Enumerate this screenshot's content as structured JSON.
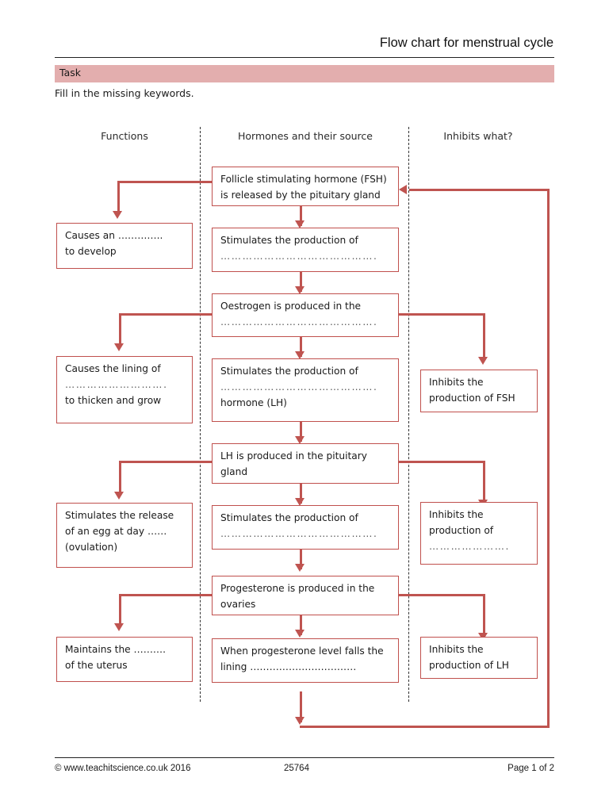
{
  "document": {
    "title": "Flow chart for menstrual cycle",
    "task_label": "Task",
    "instruction": "Fill in the missing keywords."
  },
  "columns": {
    "functions": "Functions",
    "hormones": "Hormones and their source",
    "inhibits": "Inhibits what?"
  },
  "flow": {
    "hormone_boxes": [
      {
        "id": "fsh-source",
        "line1": "Follicle stimulating hormone (FSH)",
        "line2": "is released by the pituitary gland",
        "line3": ""
      },
      {
        "id": "fsh-stimulates",
        "line1": "Stimulates the production of",
        "line2": "…………………………………….",
        "line3": ""
      },
      {
        "id": "oestrogen-source",
        "line1": "Oestrogen is produced in the",
        "line2": "…………………………………….",
        "line3": ""
      },
      {
        "id": "oestrogen-stimulates",
        "line1": "Stimulates the production of",
        "line2": "…………………………………….",
        "line3": "hormone (LH)"
      },
      {
        "id": "lh-source",
        "line1": "LH is produced in the pituitary",
        "line2": "gland",
        "line3": ""
      },
      {
        "id": "lh-stimulates",
        "line1": "Stimulates the production of",
        "line2": "…………………………………….",
        "line3": ""
      },
      {
        "id": "progesterone-source",
        "line1": "Progesterone is produced in the",
        "line2": "ovaries",
        "line3": ""
      },
      {
        "id": "progesterone-falls",
        "line1": "When progesterone level falls the",
        "line2": "lining ……………………………",
        "line3": ""
      }
    ],
    "function_boxes": [
      {
        "id": "causes-follicle",
        "line1": "Causes an …………..",
        "line2": "to develop",
        "line3": ""
      },
      {
        "id": "causes-lining-thicken",
        "line1": "Causes the lining of",
        "line2": "……………………….",
        "line3": "to thicken and grow"
      },
      {
        "id": "stimulates-ovulation",
        "line1": "Stimulates the release",
        "line2": "of an egg at day  ……",
        "line3": "(ovulation)"
      },
      {
        "id": "maintains-uterus-lining",
        "line1": "Maintains the ……….",
        "line2": "of the uterus",
        "line3": ""
      }
    ],
    "inhibit_boxes": [
      {
        "id": "inhibits-fsh",
        "line1": "Inhibits the",
        "line2": "production of FSH",
        "line3": ""
      },
      {
        "id": "inhibits-blank",
        "line1": "Inhibits the",
        "line2": "production of",
        "line3": "…………………."
      },
      {
        "id": "inhibits-lh",
        "line1": "Inhibits the",
        "line2": "production of LH",
        "line3": ""
      }
    ]
  },
  "footer": {
    "copyright": "© www.teachitscience.co.uk 2016",
    "resource_number": "25764",
    "page": "Page 1 of 2"
  },
  "colors": {
    "accent_red": "#bf5450",
    "box_border": "#c0504d",
    "banner_pink": "#e3aeae",
    "rule_black": "#222222"
  }
}
